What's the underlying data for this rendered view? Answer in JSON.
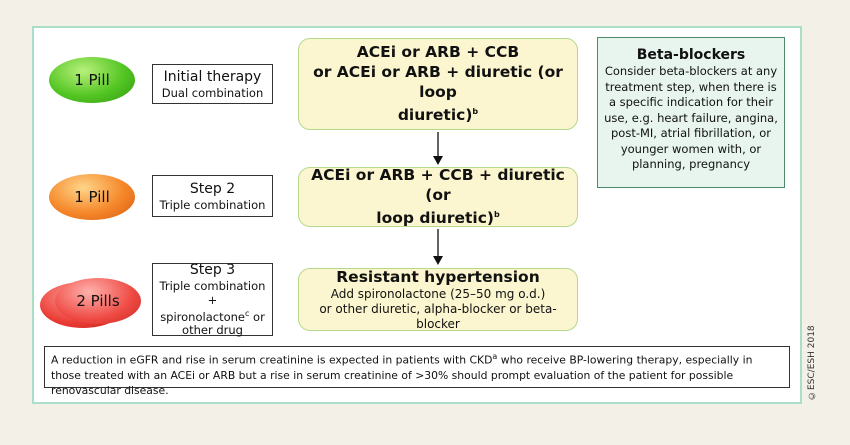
{
  "pills": [
    {
      "label": "1 Pill",
      "color": "#54c623"
    },
    {
      "label": "1 Pill",
      "color": "#f5882a"
    },
    {
      "label": "2 Pills",
      "color": "#e93a33"
    }
  ],
  "steps": [
    {
      "title": "Initial therapy",
      "subtitle": "Dual combination"
    },
    {
      "title": "Step 2",
      "subtitle": "Triple combination"
    },
    {
      "title": "Step 3",
      "subtitle_line1": "Triple combination +",
      "subtitle_line2a": "spironolactone",
      "subtitle_sup": "c",
      "subtitle_line2b": " or",
      "subtitle_line3": "other drug"
    }
  ],
  "treatments": [
    {
      "line1": "ACEi or ARB + CCB",
      "line2": "or ACEi or ARB + diuretic (or loop",
      "line3": "diuretic)",
      "sup": "b"
    },
    {
      "line1": "ACEi or ARB + CCB + diuretic (or",
      "line2": "loop diuretic)",
      "sup": "b"
    },
    {
      "title": "Resistant hypertension",
      "line1": "Add spironolactone (25–50 mg o.d.)",
      "line2": "or other diuretic, alpha-blocker or beta-blocker"
    }
  ],
  "beta_box": {
    "title": "Beta-blockers",
    "body": "Consider beta-blockers at any treatment step, when there is a specific indication for their use, e.g. heart failure, angina, post-MI, atrial fibrillation, or younger women with, or planning, pregnancy"
  },
  "note": {
    "text_a": "A reduction in eGFR and rise in serum creatinine is expected in patients with CKD",
    "sup": "a",
    "text_b": " who receive BP-lowering therapy, especially in those treated with an ACEi or ARB but a rise in serum creatinine of >30% should prompt evaluation of the patient for possible renovascular disease."
  },
  "copyright": "©ESC/ESH 2018",
  "colors": {
    "frame": "#a8dfc6",
    "yellow_box": "#fbf6cf",
    "beta_box": "#e7f5ee"
  }
}
